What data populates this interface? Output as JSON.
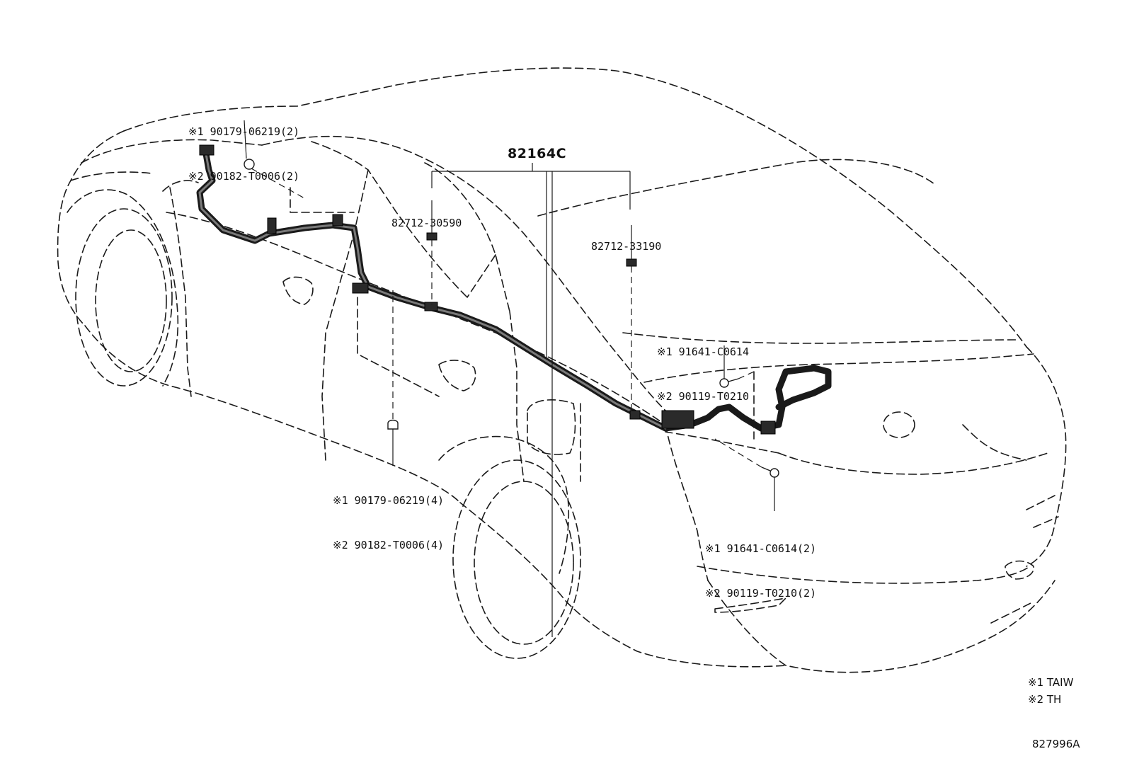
{
  "diagram": {
    "main_part_number": "82164C",
    "callouts": {
      "front_clip": {
        "line1": "※1 90179-06219(2)",
        "line2": "※2 90182-T0006(2)"
      },
      "connector_left": {
        "label": "82712-30590"
      },
      "connector_right": {
        "label": "82712-33190"
      },
      "bolt_upper": {
        "line1": "※1 91641-C0614",
        "line2": "※2 90119-T0210"
      },
      "floor_clip": {
        "line1": "※1 90179-06219(4)",
        "line2": "※2 90182-T0006(4)"
      },
      "bolt_lower": {
        "line1": "※1 91641-C0614(2)",
        "line2": "※2 90119-T0210(2)"
      }
    },
    "legend": {
      "line1": "※1 TAIW",
      "line2": "※2 TH"
    },
    "diagram_id": "827996A"
  }
}
